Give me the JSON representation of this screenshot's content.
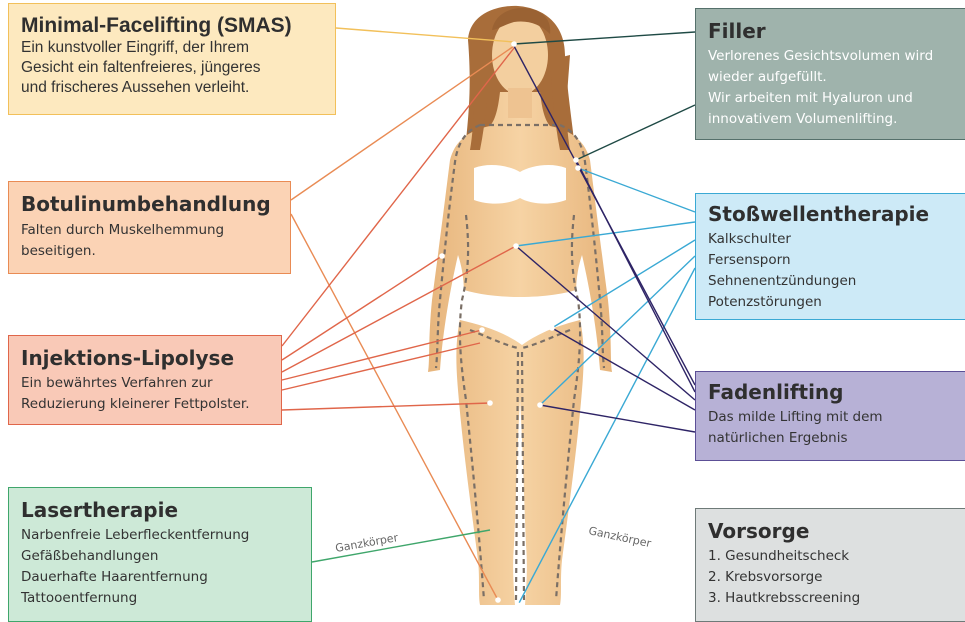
{
  "colors": {
    "smas": "#f2c05a",
    "botox": "#e98b54",
    "lipo": "#e0664a",
    "laser": "#3fa66b",
    "filler": "#1f4a45",
    "stoss": "#3aa9d4",
    "faden": "#2e2466",
    "skin": "#f1c894",
    "hair": "#a86d3a"
  },
  "panels": {
    "smas": {
      "title": "Minimal-Facelifting (SMAS)",
      "lines": [
        "Ein kunstvoller Eingriff, der Ihrem",
        "Gesicht ein faltenfreieres, jüngeres",
        "und frischeres Aussehen verleiht."
      ]
    },
    "botox": {
      "title": "Botulinumbehandlung",
      "lines": [
        "Falten durch Muskelhemmung",
        "beseitigen."
      ]
    },
    "lipo": {
      "title": "Injektions-Lipolyse",
      "lines": [
        "Ein bewährtes Verfahren zur",
        "Reduzierung kleinerer Fettpolster."
      ]
    },
    "laser": {
      "title": "Lasertherapie",
      "lines": [
        "Narbenfreie Leberfleckentfernung",
        "Gefäßbehandlungen",
        "Dauerhafte Haarentfernung",
        "Tattooentfernung"
      ]
    },
    "filler": {
      "title": "Filler",
      "lines": [
        "Verlorenes Gesichtsvolumen wird",
        "wieder aufgefüllt.",
        "Wir arbeiten mit Hyaluron und",
        "innovativem Volumenlifting."
      ]
    },
    "stoss": {
      "title": "Stoßwellentherapie",
      "lines": [
        "Kalkschulter",
        "Fersensporn",
        "Sehnenentzündungen",
        "Potenzstörungen"
      ]
    },
    "faden": {
      "title": "Fadenlifting",
      "lines": [
        "Das milde Lifting mit dem",
        "natürlichen Ergebnis"
      ]
    },
    "vorsorge": {
      "title": "Vorsorge",
      "lines": [
        "1. Gesundheitscheck",
        "2. Krebsvorsorge",
        "3. Hautkrebsscreening"
      ]
    }
  },
  "connector_labels": {
    "left": "Ganzkörper",
    "right": "Ganzkörper"
  }
}
